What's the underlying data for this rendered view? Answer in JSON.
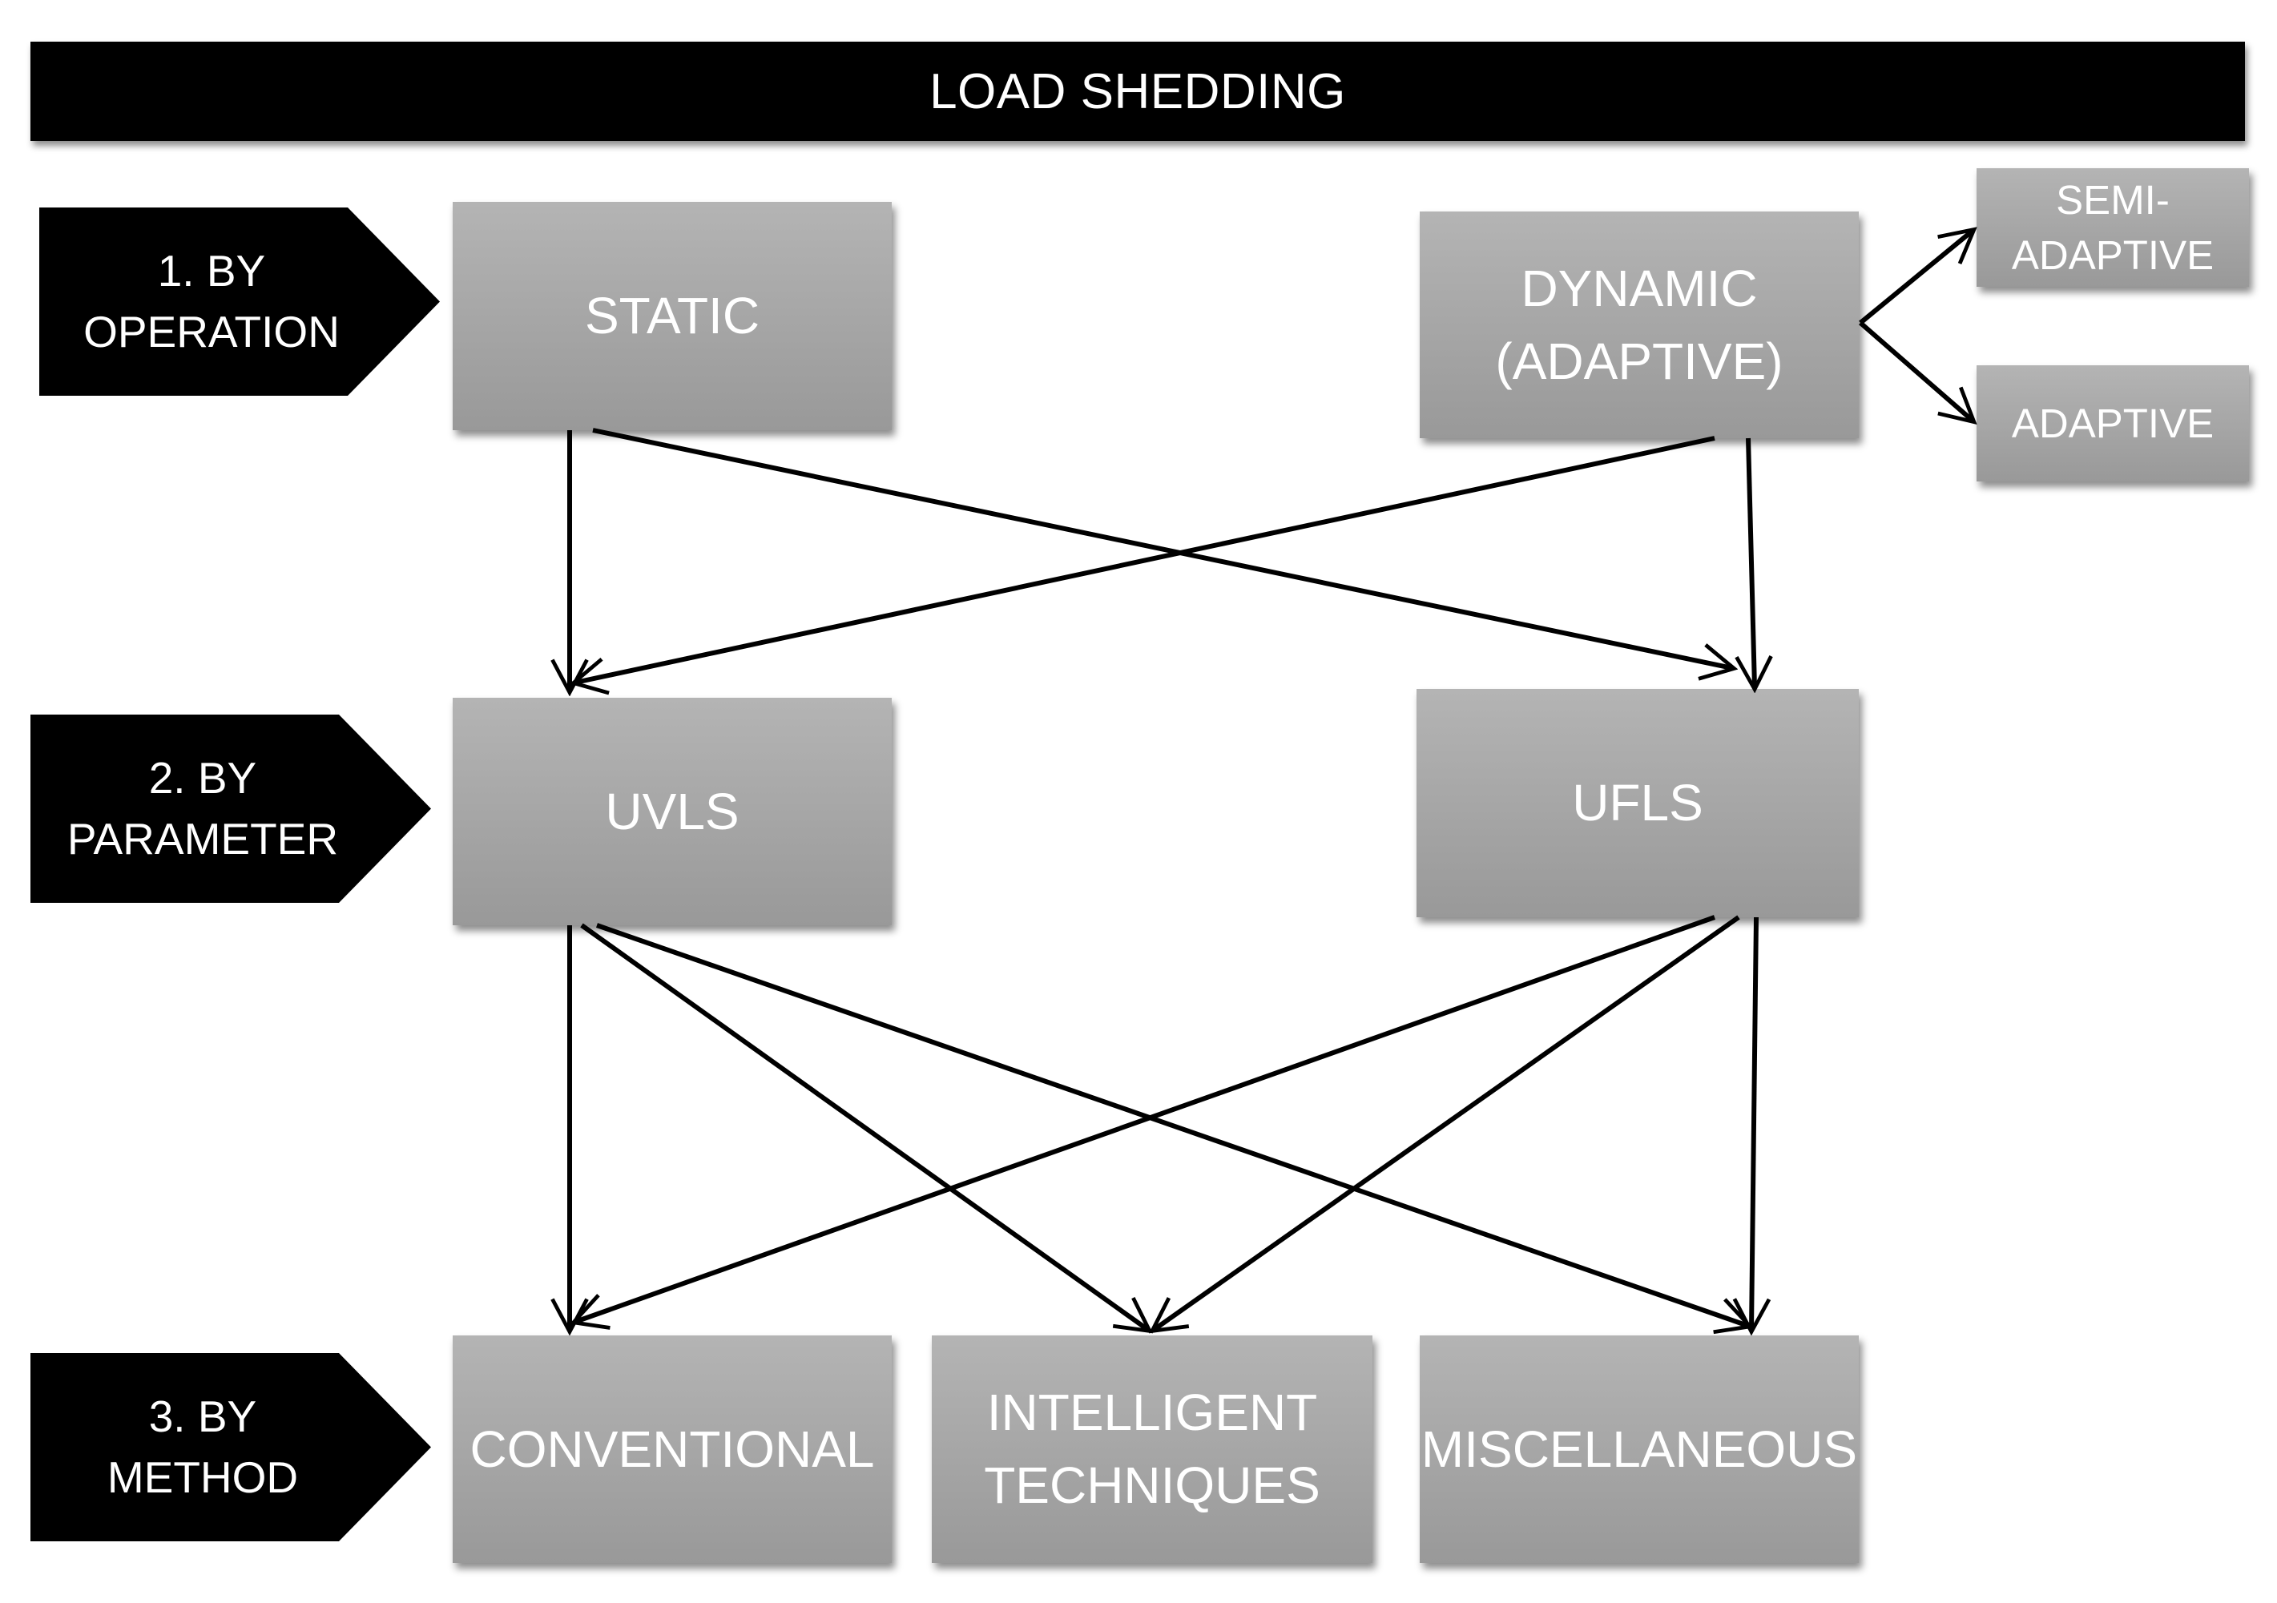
{
  "title": "LOAD SHEDDING",
  "levels": [
    {
      "label": "1. BY\nOPERATION"
    },
    {
      "label": "2. BY\nPARAMETER"
    },
    {
      "label": "3. BY\nMETHOD"
    }
  ],
  "nodes": {
    "static": "STATIC",
    "dynamic": "DYNAMIC\n(ADAPTIVE)",
    "semi_adaptive": "SEMI-\nADAPTIVE",
    "adaptive": "ADAPTIVE",
    "uvls": "UVLS",
    "ufls": "UFLS",
    "conventional": "CONVENTIONAL",
    "intelligent": "INTELLIGENT\nTECHNIQUES",
    "miscellaneous": "MISCELLANEOUS"
  },
  "edges": [
    {
      "from": "STATIC",
      "to": "UVLS"
    },
    {
      "from": "STATIC",
      "to": "UFLS"
    },
    {
      "from": "DYNAMIC (ADAPTIVE)",
      "to": "UVLS"
    },
    {
      "from": "DYNAMIC (ADAPTIVE)",
      "to": "UFLS"
    },
    {
      "from": "DYNAMIC (ADAPTIVE)",
      "to": "SEMI-ADAPTIVE"
    },
    {
      "from": "DYNAMIC (ADAPTIVE)",
      "to": "ADAPTIVE"
    },
    {
      "from": "UVLS",
      "to": "CONVENTIONAL"
    },
    {
      "from": "UVLS",
      "to": "INTELLIGENT TECHNIQUES"
    },
    {
      "from": "UVLS",
      "to": "MISCELLANEOUS"
    },
    {
      "from": "UFLS",
      "to": "CONVENTIONAL"
    },
    {
      "from": "UFLS",
      "to": "INTELLIGENT TECHNIQUES"
    },
    {
      "from": "UFLS",
      "to": "MISCELLANEOUS"
    }
  ]
}
